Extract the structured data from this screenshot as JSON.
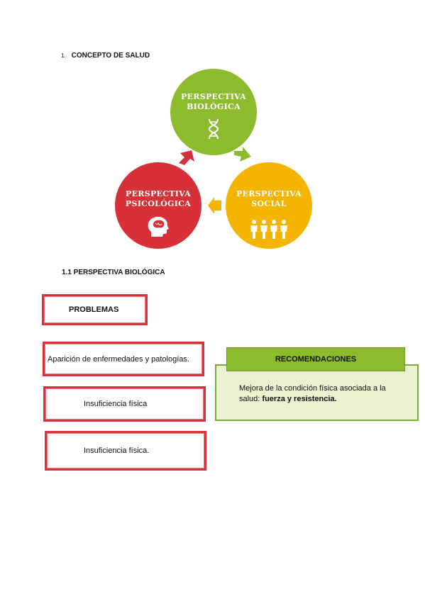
{
  "section1": {
    "number": "1.",
    "title": "CONCEPTO DE SALUD"
  },
  "diagram": {
    "biologica": {
      "line1": "PERSPECTIVA",
      "line2": "BIOLÓGICA",
      "icon": "dna-icon",
      "color": "#8cbb2e"
    },
    "psicologica": {
      "line1": "PERSPECTIVA",
      "line2": "PSICOLÓGICA",
      "icon": "brain-head-icon",
      "color": "#d83038"
    },
    "social": {
      "line1": "PERSPECTIVA",
      "line2": "SOCIAL",
      "icon": "people-icon",
      "color": "#f4b400"
    }
  },
  "section2": {
    "title": "1.1 PERSPECTIVA BIOLÓGICA"
  },
  "problemas": {
    "header": "PROBLEMAS",
    "items": [
      "Aparición de enfermedades y patologías.",
      "Insuficiencia física",
      "Insuficiencia física."
    ]
  },
  "recomendaciones": {
    "header": "RECOMENDACIONES",
    "text": "Mejora de la condición física asociada a la salud: ",
    "emphasis": "fuerza y resistencia."
  }
}
